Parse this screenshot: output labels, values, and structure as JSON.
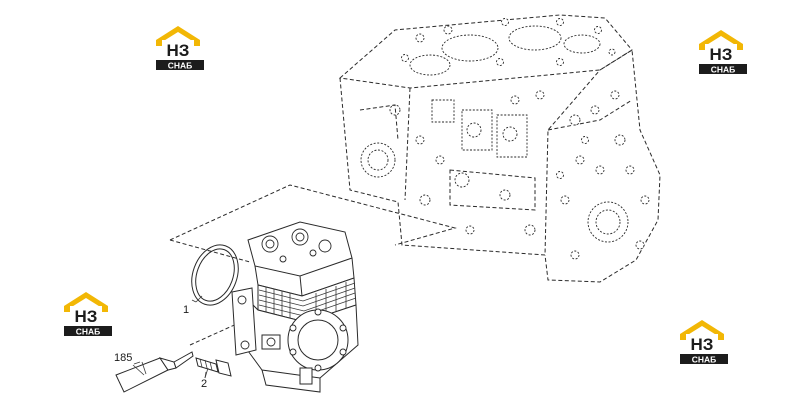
{
  "logo": {
    "mark_letters": "НЗ",
    "caption": "СНАБ",
    "colors": {
      "roof": "#f2b705",
      "mark": "#1c1c1c",
      "caption_bg": "#1c1c1c",
      "caption_text": "#ffffff"
    }
  },
  "callouts": {
    "gasket": "1",
    "bolt": "2",
    "sealant": "185"
  }
}
